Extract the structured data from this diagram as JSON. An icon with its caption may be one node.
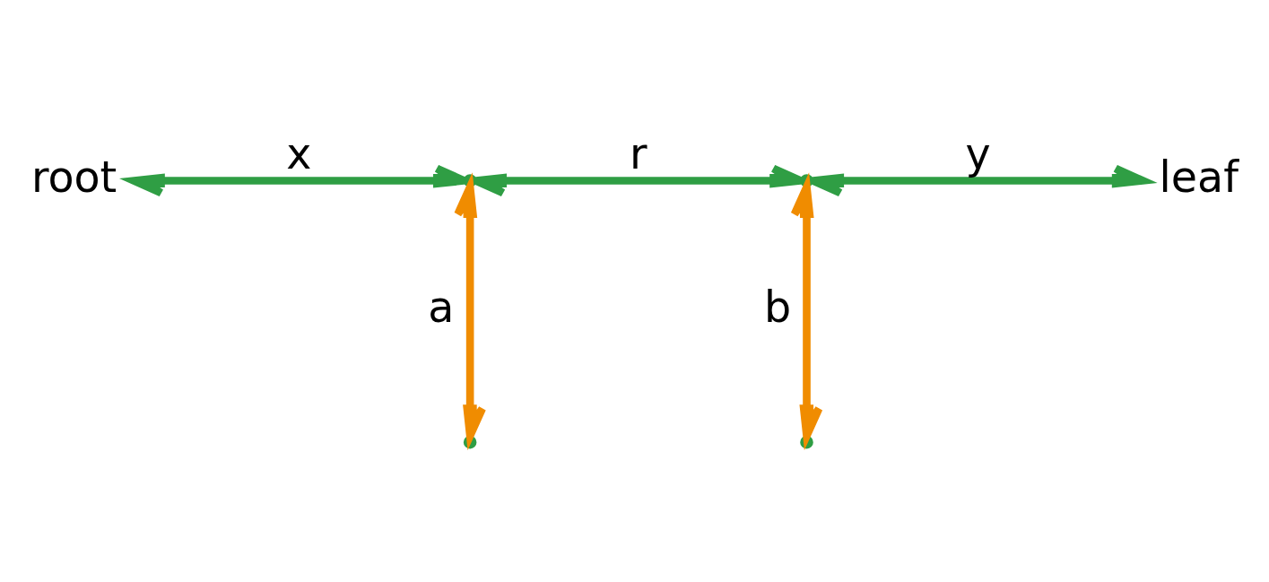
{
  "diagram": {
    "nodes": [
      {
        "text": [
          "root"
        ]
      },
      {
        "text": [],
        "shape": "point"
      },
      {
        "text": [],
        "shape": "point"
      },
      {
        "text": [
          "leaf"
        ]
      },
      {
        "text": [],
        "shape": "point"
      },
      {
        "text": [],
        "shape": "point"
      }
    ],
    "edges": [
      {
        "from": 0,
        "to": 1,
        "arrow": "both",
        "label": "x"
      },
      {
        "from": 1,
        "to": 2,
        "arrow": "both",
        "label": "r"
      },
      {
        "from": 2,
        "to": 3,
        "arrow": "both",
        "label": "y"
      },
      {
        "from": 1,
        "to": 4,
        "arrow": "both",
        "label": "a",
        "color": "#f08c00"
      },
      {
        "from": 2,
        "to": 5,
        "arrow": "both",
        "label": "b",
        "color": "#f08c00"
      }
    ]
  }
}
